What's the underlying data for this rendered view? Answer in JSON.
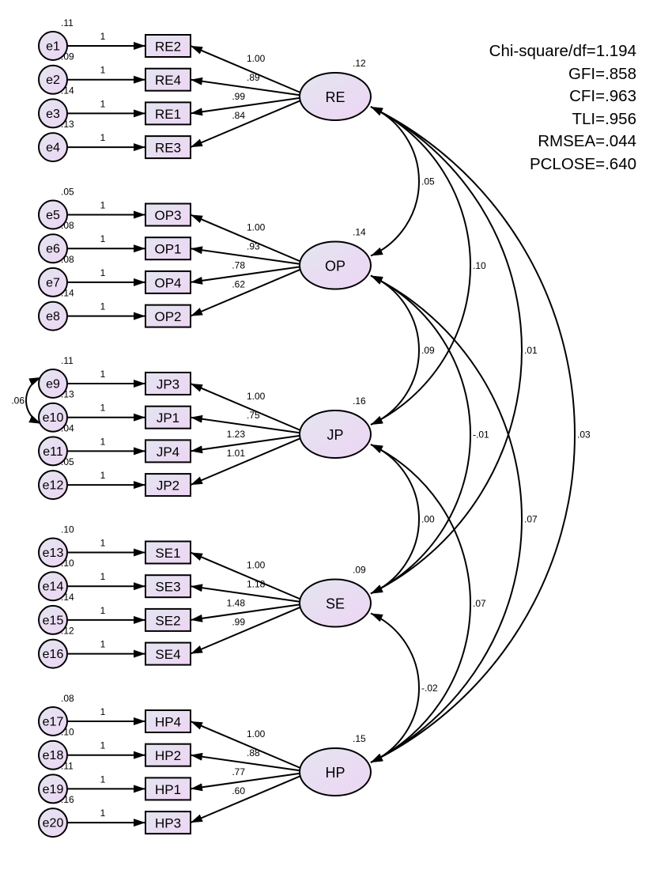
{
  "diagram": {
    "colors": {
      "node_fill_start": "#e3e5f0",
      "node_fill_end": "#eed5f4",
      "stroke": "#000000"
    },
    "latents": [
      {
        "name": "RE",
        "variance": ".12",
        "indicators": [
          {
            "name": "RE2",
            "loading": "1.00",
            "error": "e1",
            "error_variance": ".11",
            "error_path": "1"
          },
          {
            "name": "RE4",
            "loading": ".89",
            "error": "e2",
            "error_variance": ".09",
            "error_path": "1"
          },
          {
            "name": "RE1",
            "loading": ".99",
            "error": "e3",
            "error_variance": ".14",
            "error_path": "1"
          },
          {
            "name": "RE3",
            "loading": ".84",
            "error": "e4",
            "error_variance": ".13",
            "error_path": "1"
          }
        ]
      },
      {
        "name": "OP",
        "variance": ".14",
        "indicators": [
          {
            "name": "OP3",
            "loading": "1.00",
            "error": "e5",
            "error_variance": ".05",
            "error_path": "1"
          },
          {
            "name": "OP1",
            "loading": ".93",
            "error": "e6",
            "error_variance": ".08",
            "error_path": "1"
          },
          {
            "name": "OP4",
            "loading": ".78",
            "error": "e7",
            "error_variance": ".08",
            "error_path": "1"
          },
          {
            "name": "OP2",
            "loading": ".62",
            "error": "e8",
            "error_variance": ".14",
            "error_path": "1"
          }
        ]
      },
      {
        "name": "JP",
        "variance": ".16",
        "indicators": [
          {
            "name": "JP3",
            "loading": "1.00",
            "error": "e9",
            "error_variance": ".11",
            "error_path": "1"
          },
          {
            "name": "JP1",
            "loading": ".75",
            "error": "e10",
            "error_variance": ".13",
            "error_path": "1"
          },
          {
            "name": "JP4",
            "loading": "1.23",
            "error": "e11",
            "error_variance": ".04",
            "error_path": "1"
          },
          {
            "name": "JP2",
            "loading": "1.01",
            "error": "e12",
            "error_variance": ".05",
            "error_path": "1"
          }
        ]
      },
      {
        "name": "SE",
        "variance": ".09",
        "indicators": [
          {
            "name": "SE1",
            "loading": "1.00",
            "error": "e13",
            "error_variance": ".10",
            "error_path": "1"
          },
          {
            "name": "SE3",
            "loading": "1.18",
            "error": "e14",
            "error_variance": ".10",
            "error_path": "1"
          },
          {
            "name": "SE2",
            "loading": "1.48",
            "error": "e15",
            "error_variance": ".14",
            "error_path": "1"
          },
          {
            "name": "SE4",
            "loading": ".99",
            "error": "e16",
            "error_variance": ".12",
            "error_path": "1"
          }
        ]
      },
      {
        "name": "HP",
        "variance": ".15",
        "indicators": [
          {
            "name": "HP4",
            "loading": "1.00",
            "error": "e17",
            "error_variance": ".08",
            "error_path": "1"
          },
          {
            "name": "HP2",
            "loading": ".88",
            "error": "e18",
            "error_variance": ".10",
            "error_path": "1"
          },
          {
            "name": "HP1",
            "loading": ".77",
            "error": "e19",
            "error_variance": ".11",
            "error_path": "1"
          },
          {
            "name": "HP3",
            "loading": ".60",
            "error": "e20",
            "error_variance": ".16",
            "error_path": "1"
          }
        ]
      }
    ],
    "covariances": [
      {
        "from": "RE",
        "to": "OP",
        "value": ".05"
      },
      {
        "from": "RE",
        "to": "JP",
        "value": ".10"
      },
      {
        "from": "RE",
        "to": "SE",
        "value": ".01"
      },
      {
        "from": "RE",
        "to": "HP",
        "value": ".03"
      },
      {
        "from": "OP",
        "to": "JP",
        "value": ".09"
      },
      {
        "from": "OP",
        "to": "SE",
        "value": "-.01"
      },
      {
        "from": "OP",
        "to": "HP",
        "value": ".07"
      },
      {
        "from": "JP",
        "to": "SE",
        "value": ".00"
      },
      {
        "from": "JP",
        "to": "HP",
        "value": ".07"
      },
      {
        "from": "SE",
        "to": "HP",
        "value": "-.02"
      }
    ],
    "error_covariances": [
      {
        "from": "e9",
        "to": "e10",
        "value": ".06"
      }
    ],
    "fit_stats": [
      "Chi-square/df=1.194",
      "GFI=.858",
      "CFI=.963",
      "TLI=.956",
      "RMSEA=.044",
      "PCLOSE=.640"
    ]
  }
}
